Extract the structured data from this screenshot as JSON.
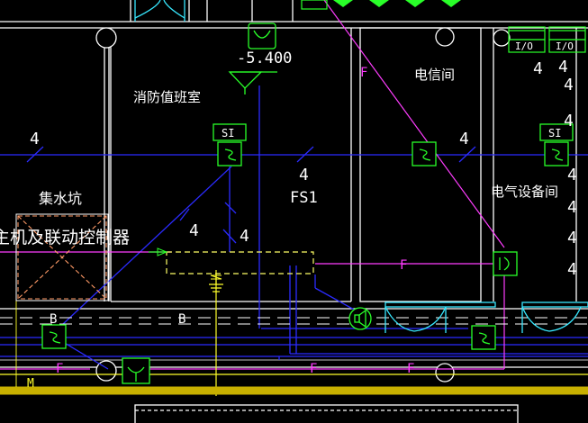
{
  "colors": {
    "background": "#000000",
    "wall": "#ffffff",
    "cable_blue": "#2b2bff",
    "fire_line_magenta": "#ff3dff",
    "device_green": "#29ff29",
    "cyan": "#37e8ff",
    "yellow": "#ffff2a",
    "gold_bar": "#c8b000",
    "dashed_yellow": "#ffff66",
    "dashed_orange": "#ff9a66"
  },
  "rooms": {
    "fire_duty_room": "消防值班室",
    "telecom_room": "电信间",
    "electrical_room": "电气设备间",
    "sump_pit": "集水坑",
    "pump_controller": "主机及联动控制器"
  },
  "annotations": {
    "elevation": "-5.400",
    "cable_code": "FS1",
    "wire_count": "4",
    "fire_line_tag": "F",
    "broadcast_line_tag": "B",
    "bus_line_tag": "M"
  },
  "devices": {
    "si_label": "SI",
    "io_label": "I/O"
  }
}
